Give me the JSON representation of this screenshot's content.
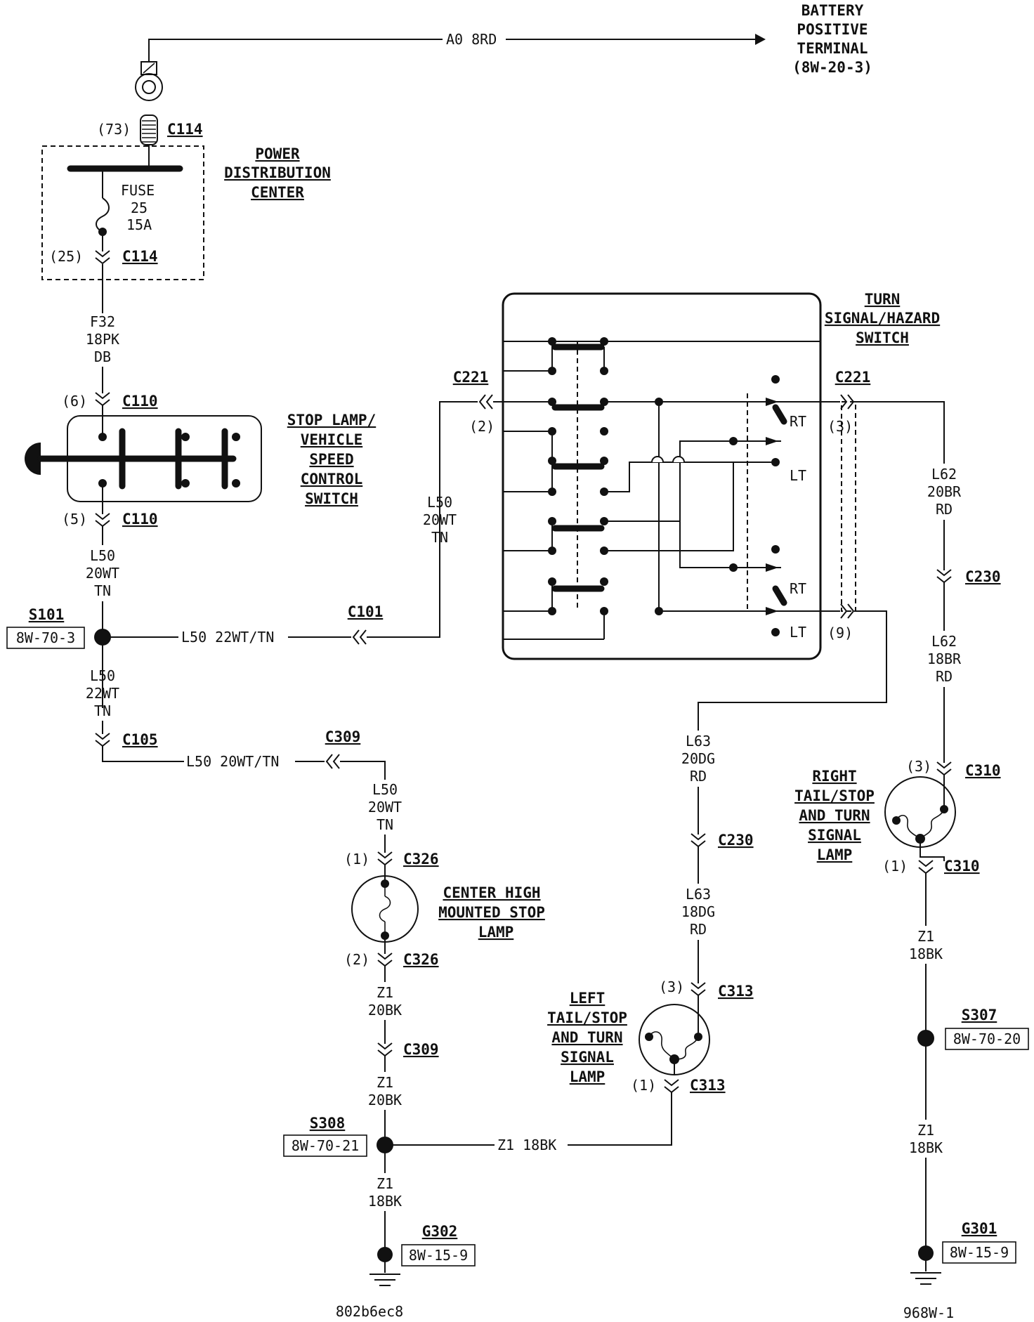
{
  "battery": {
    "line1": "BATTERY",
    "line2": "POSITIVE",
    "line3": "TERMINAL",
    "ref": "(8W-20-3)"
  },
  "wire_top": "A0 8RD",
  "pdc": {
    "pin_top": "(73)",
    "conn_top": "C114",
    "fuse": "FUSE",
    "fuse_num": "25",
    "fuse_amp": "15A",
    "pin_bottom": "(25)",
    "conn_bottom": "C114",
    "name1": "POWER",
    "name2": "DISTRIBUTION",
    "name3": "CENTER"
  },
  "wire_f32": {
    "a": "F32",
    "b": "18PK",
    "c": "DB"
  },
  "stop_switch": {
    "pin_top": "(6)",
    "conn_top": "C110",
    "pin_bottom": "(5)",
    "conn_bottom": "C110",
    "name1": "STOP LAMP/",
    "name2": "VEHICLE",
    "name3": "SPEED",
    "name4": "CONTROL",
    "name5": "SWITCH"
  },
  "wire_l50_a": {
    "a": "L50",
    "b": "20WT",
    "c": "TN"
  },
  "s101": {
    "name": "S101",
    "ref": "8W-70-3"
  },
  "wire_l50_22": "L50 22WT/TN",
  "c101": "C101",
  "wire_l50_b": {
    "a": "L50",
    "b": "22WT",
    "c": "TN"
  },
  "c105": "C105",
  "wire_l50_20": "L50 20WT/TN",
  "c309_top": "C309",
  "wire_l50_c": {
    "a": "L50",
    "b": "20WT",
    "c": "TN"
  },
  "wire_l50_d": {
    "a": "L50",
    "b": "20WT",
    "c": "TN"
  },
  "chmsl": {
    "pin_top": "(1)",
    "conn_top": "C326",
    "pin_bottom": "(2)",
    "conn_bottom": "C326",
    "name1": "CENTER HIGH",
    "name2": "MOUNTED STOP",
    "name3": "LAMP"
  },
  "wire_z1_a": {
    "a": "Z1",
    "b": "20BK"
  },
  "c309_bot": "C309",
  "wire_z1_b": {
    "a": "Z1",
    "b": "20BK"
  },
  "s308": {
    "name": "S308",
    "ref": "8W-70-21"
  },
  "wire_z1_18": "Z1 18BK",
  "wire_z1_c": {
    "a": "Z1",
    "b": "18BK"
  },
  "g302": {
    "name": "G302",
    "ref": "8W-15-9"
  },
  "code_left": "802b6ec8",
  "turn_switch": {
    "name1": "TURN",
    "name2": "SIGNAL/HAZARD",
    "name3": "SWITCH",
    "conn_left": "C221",
    "pin_left": "(2)",
    "conn_right": "C221",
    "pin_right_top": "(3)",
    "pin_right_bot": "(9)",
    "rt1": "RT",
    "lt1": "LT",
    "rt2": "RT",
    "lt2": "LT"
  },
  "wire_l62_a": {
    "a": "L62",
    "b": "20BR",
    "c": "RD"
  },
  "c230_right": "C230",
  "wire_l62_b": {
    "a": "L62",
    "b": "18BR",
    "c": "RD"
  },
  "right_lamp": {
    "pin_top": "(3)",
    "conn_top": "C310",
    "pin_bottom": "(1)",
    "conn_bottom": "C310",
    "name1": "RIGHT",
    "name2": "TAIL/STOP",
    "name3": "AND TURN",
    "name4": "SIGNAL",
    "name5": "LAMP"
  },
  "wire_z1_d": {
    "a": "Z1",
    "b": "18BK"
  },
  "s307": {
    "name": "S307",
    "ref": "8W-70-20"
  },
  "wire_z1_e": {
    "a": "Z1",
    "b": "18BK"
  },
  "g301": {
    "name": "G301",
    "ref": "8W-15-9"
  },
  "code_right": "968W-1",
  "wire_l63_a": {
    "a": "L63",
    "b": "20DG",
    "c": "RD"
  },
  "c230_left": "C230",
  "wire_l63_b": {
    "a": "L63",
    "b": "18DG",
    "c": "RD"
  },
  "left_lamp": {
    "pin_top": "(3)",
    "conn_top": "C313",
    "pin_bottom": "(1)",
    "conn_bottom": "C313",
    "name1": "LEFT",
    "name2": "TAIL/STOP",
    "name3": "AND TURN",
    "name4": "SIGNAL",
    "name5": "LAMP"
  }
}
